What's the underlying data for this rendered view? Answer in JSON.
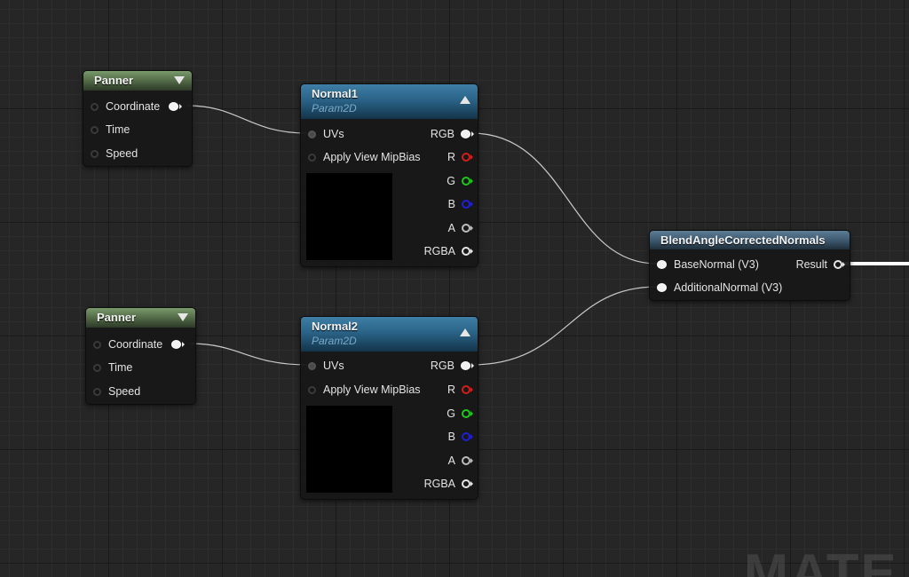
{
  "watermark": "MATE",
  "colors": {
    "panner_header": "#566f4a",
    "param_header": "#2a6387",
    "blend_header": "#3e5a70",
    "pin_r": "#d21e1e",
    "pin_g": "#1ec81e",
    "pin_b": "#2020d2",
    "wire": "#c8c8c8"
  },
  "nodes": {
    "panner1": {
      "title": "Panner",
      "inputs": [
        "Coordinate",
        "Time",
        "Speed"
      ]
    },
    "panner2": {
      "title": "Panner",
      "inputs": [
        "Coordinate",
        "Time",
        "Speed"
      ]
    },
    "normal1": {
      "title": "Normal1",
      "subtitle": "Param2D",
      "inputs": [
        "UVs",
        "Apply View MipBias"
      ],
      "outputs": [
        "RGB",
        "R",
        "G",
        "B",
        "A",
        "RGBA"
      ]
    },
    "normal2": {
      "title": "Normal2",
      "subtitle": "Param2D",
      "inputs": [
        "UVs",
        "Apply View MipBias"
      ],
      "outputs": [
        "RGB",
        "R",
        "G",
        "B",
        "A",
        "RGBA"
      ]
    },
    "blend": {
      "title": "BlendAngleCorrectedNormals",
      "inputs": [
        "BaseNormal (V3)",
        "AdditionalNormal (V3)"
      ],
      "outputs": [
        "Result"
      ]
    }
  },
  "icons": {
    "collapse_down": "triangle-down",
    "collapse_up": "triangle-up",
    "exec_pin": "circle-pin"
  }
}
